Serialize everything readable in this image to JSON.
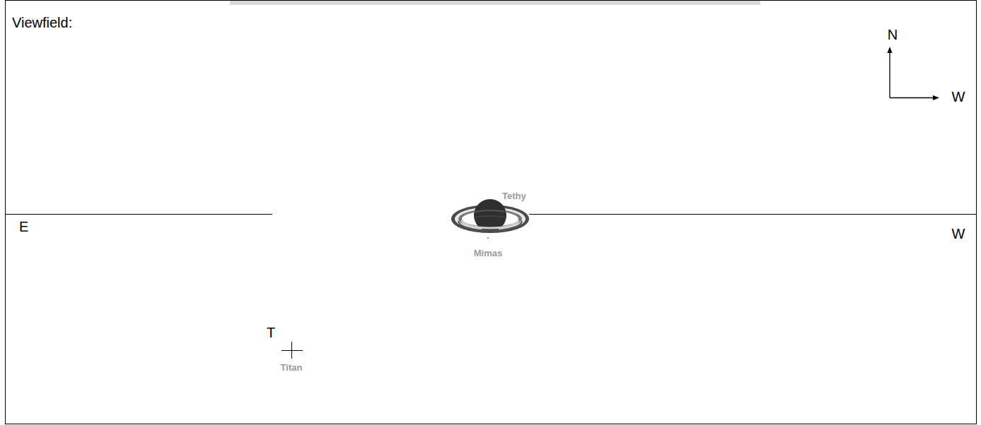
{
  "diagram": {
    "labels": [
      "Viewfield:",
      "N",
      "W",
      "E",
      "W",
      "Tethy",
      "Mimas",
      "T",
      "Titan"
    ]
  }
}
